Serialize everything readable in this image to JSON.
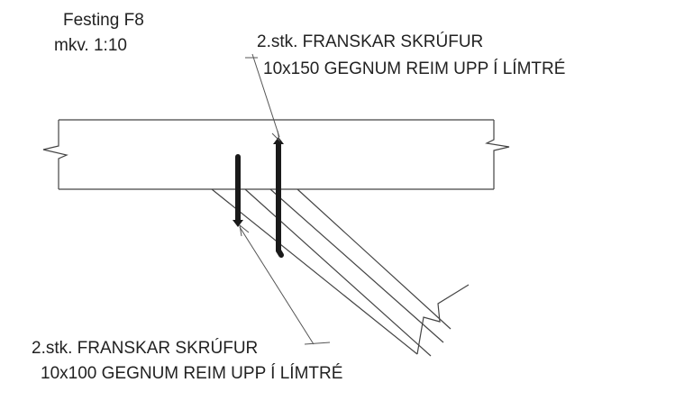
{
  "title": {
    "line1": "Festing F8",
    "line2": "mkv. 1:10"
  },
  "callout_top": {
    "line1": "2.stk. FRANSKAR SKRÚFUR",
    "line2": "10x150 GEGNUM REIM UPP Í LÍMTRÉ"
  },
  "callout_bottom": {
    "line1": "2.stk. FRANSKAR SKRÚFUR",
    "line2": "10x100 GEGNUM REIM UPP Í LÍMTRÉ"
  },
  "colors": {
    "line": "#444444",
    "screw": "#1a1a1a",
    "text": "#222222",
    "background": "#ffffff"
  }
}
